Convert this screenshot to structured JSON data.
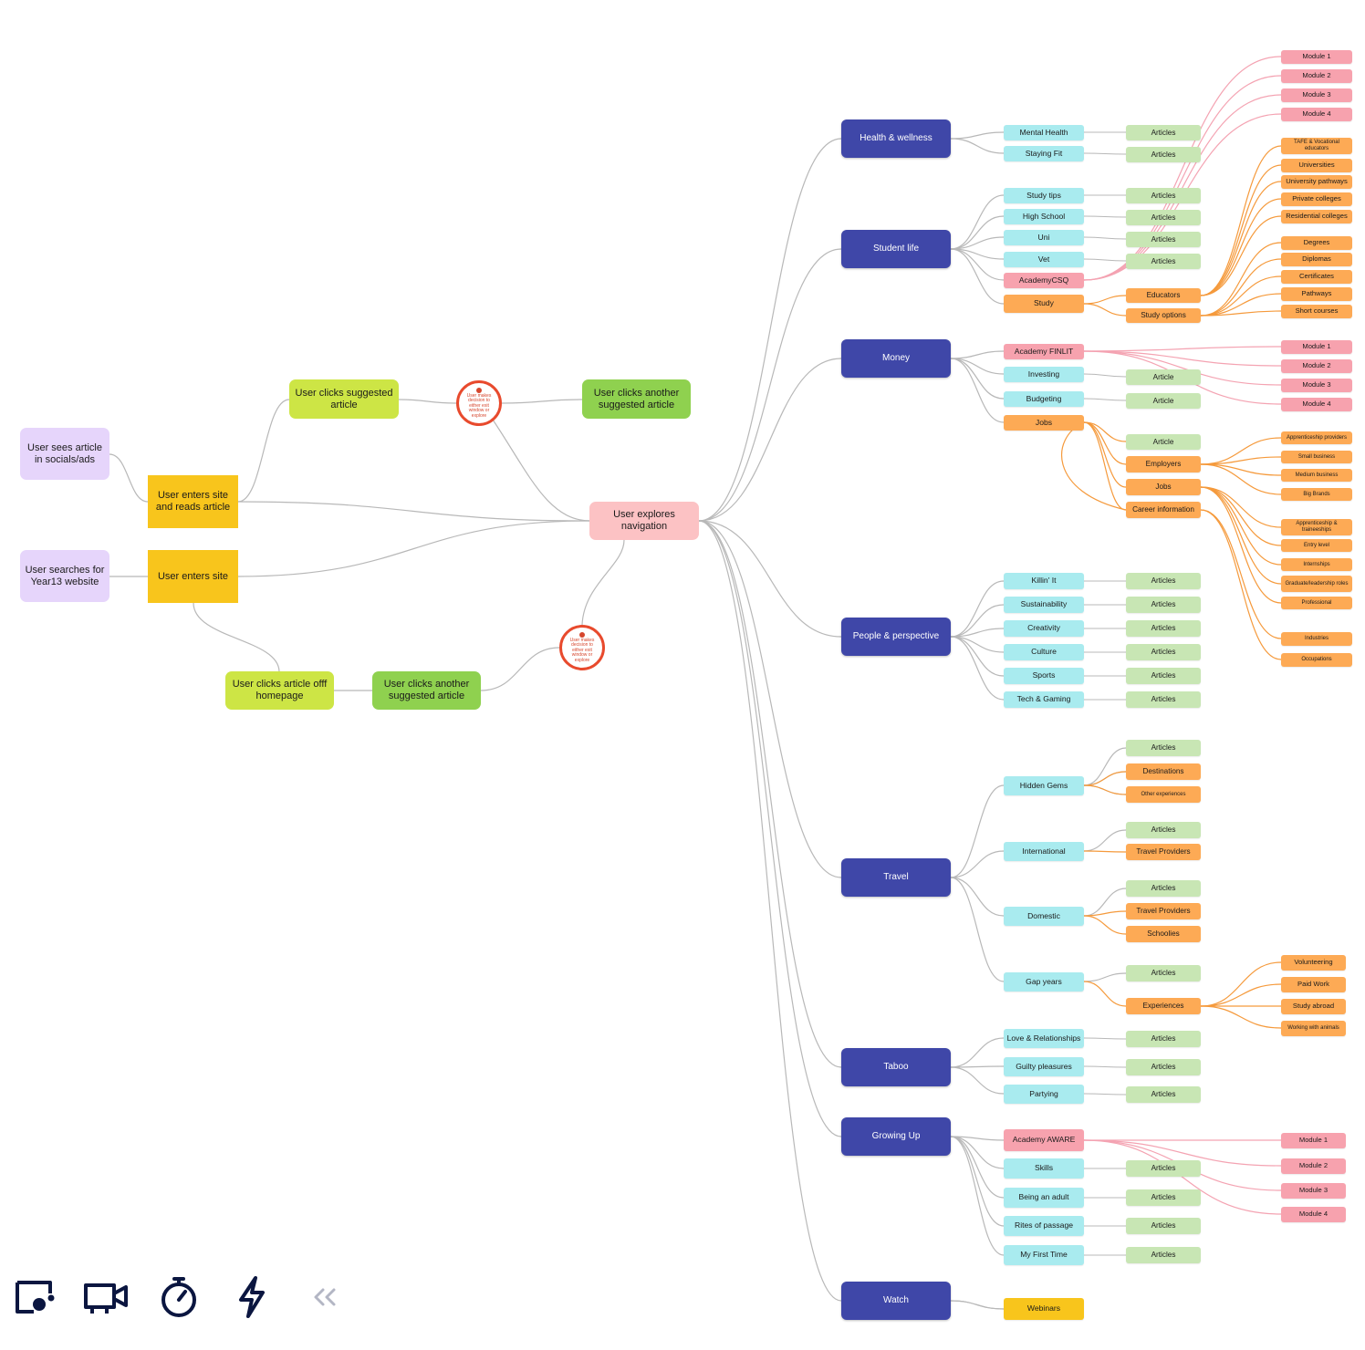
{
  "flow": {
    "user_sees": "User sees article in socials/ads",
    "user_searches": "User searches for Year13 website",
    "enters_reads": "User enters site and reads article",
    "enters_site": "User enters site",
    "clicks_suggested": "User clicks suggested article",
    "clicks_another_top": "User clicks another suggested article",
    "clicks_offf": "User clicks article offf homepage",
    "clicks_another_bottom": "User clicks another suggested article",
    "decision_top": "User makes decision to either exit window or explore",
    "decision_bottom": "User makes decision to either exit window or explore",
    "explores_nav": "User explores navigation"
  },
  "sections": {
    "health": {
      "label": "Health & wellness",
      "items": [
        "Mental Health",
        "Staying Fit"
      ],
      "articles": [
        "Articles",
        "Articles"
      ]
    },
    "student": {
      "label": "Student life",
      "items": [
        "Study tips",
        "High School",
        "Uni",
        "Vet",
        "AcademyCSQ",
        "Study"
      ],
      "articles": [
        "Articles",
        "Articles",
        "Articles",
        "Articles"
      ],
      "educators": "Educators",
      "study_options": "Study options",
      "educator_types": [
        "TAFE & Vocational educators",
        "Universities",
        "University pathways",
        "Private colleges",
        "Residential colleges"
      ],
      "option_types": [
        "Degrees",
        "Diplomas",
        "Certificates",
        "Pathways",
        "Short courses"
      ]
    },
    "modules_top": [
      "Module 1",
      "Module 2",
      "Module 3",
      "Module 4"
    ],
    "money": {
      "label": "Money",
      "items": [
        "Academy FINLIT",
        "Investing",
        "Budgeting",
        "Jobs"
      ],
      "articles": [
        "Article",
        "Article"
      ],
      "modules": [
        "Module 1",
        "Module 2",
        "Module 3",
        "Module 4"
      ],
      "jobs_children": [
        "Article",
        "Employers",
        "Jobs",
        "Career information"
      ],
      "employer_types": [
        "Apprenticeship providers",
        "Small business",
        "Medium business",
        "Big Brands"
      ],
      "job_types": [
        "Apprenticeship & traineeships",
        "Entry level",
        "Internships",
        "Graduate/leadership roles",
        "Professional"
      ],
      "career_types": [
        "Industries",
        "Occupations"
      ]
    },
    "people": {
      "label": "People & perspective",
      "items": [
        "Killin' It",
        "Sustainability",
        "Creativity",
        "Culture",
        "Sports",
        "Tech & Gaming"
      ],
      "articles": [
        "Articles",
        "Articles",
        "Articles",
        "Articles",
        "Articles",
        "Articles"
      ]
    },
    "travel": {
      "label": "Travel",
      "items": [
        "Hidden Gems",
        "International",
        "Domestic",
        "Gap years"
      ],
      "hidden_children": [
        "Articles",
        "Destinations",
        "Other experiences"
      ],
      "international_children": [
        "Articles",
        "Travel Providers"
      ],
      "domestic_children": [
        "Articles",
        "Travel Providers",
        "Schoolies"
      ],
      "gap_children": [
        "Articles",
        "Experiences"
      ],
      "experience_types": [
        "Volunteering",
        "Paid Work",
        "Study abroad",
        "Working with animals"
      ]
    },
    "taboo": {
      "label": "Taboo",
      "items": [
        "Love & Relationships",
        "Guilty pleasures",
        "Partying"
      ],
      "articles": [
        "Articles",
        "Articles",
        "Articles"
      ]
    },
    "growing": {
      "label": "Growing Up",
      "items": [
        "Academy AWARE",
        "Skills",
        "Being an adult",
        "Rites of passage",
        "My First Time"
      ],
      "articles": [
        "Articles",
        "Articles",
        "Articles",
        "Articles"
      ],
      "modules": [
        "Module 1",
        "Module 2",
        "Module 3",
        "Module 4"
      ]
    },
    "watch": {
      "label": "Watch",
      "items": [
        "Webinars"
      ]
    }
  },
  "toolbar": {
    "icons": [
      "screen-record-icon",
      "video-camera-icon",
      "timer-icon",
      "lightning-icon",
      "collapse-chevrons-icon"
    ]
  },
  "colors": {
    "section": "#3f47a8",
    "topic": "#a9ebef",
    "article": "#c8e6b4",
    "orange": "#fdaa55",
    "pink": "#f7a2ae",
    "lavender": "#e6d5fb",
    "yellow": "#f8c51c",
    "lime": "#cde545",
    "green": "#8fd14f",
    "nav": "#fcc2c4",
    "decision": "#e84a2d",
    "wire_gray": "#b8b8b8",
    "wire_orange": "#f59a3c",
    "wire_pink": "#f4a3b2"
  }
}
